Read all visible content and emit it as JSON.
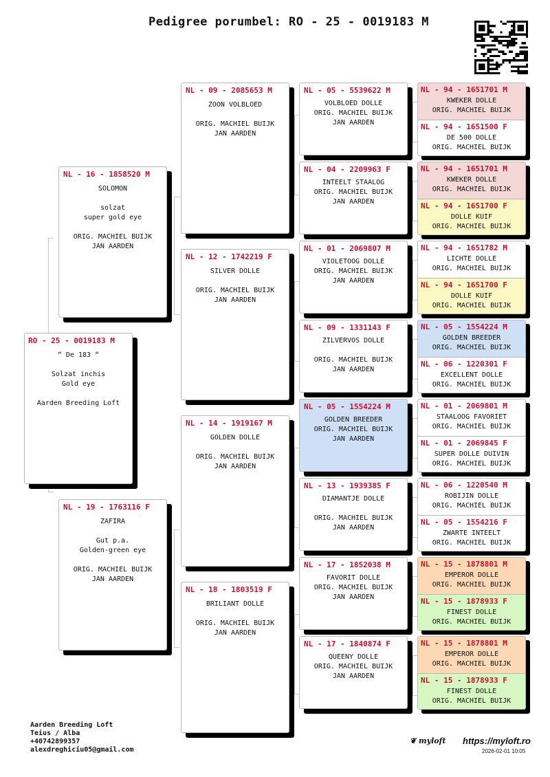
{
  "title": "Pedigree porumbel: RO - 25 - 0019183 M",
  "subject": {
    "id": "RO - 25 - 0019183 M",
    "lines": [
      "“ De 183 “",
      "",
      "Solzat inchis",
      "Gold eye",
      "",
      "Aarden Breeding Loft"
    ]
  },
  "gen1": [
    {
      "id": "NL - 16 - 1858520 M",
      "lines": [
        "SOLOMON",
        "",
        "solzat",
        "super gold eye",
        "",
        "ORIG. MACHIEL BUIJK",
        "JAN AARDEN"
      ]
    },
    {
      "id": "NL - 19 - 1763116 F",
      "lines": [
        "ZAFIRA",
        "",
        "Gut p.a.",
        "Golden-green eye",
        "",
        "ORIG. MACHIEL BUIJK",
        "JAN AARDEN"
      ]
    }
  ],
  "gen2": [
    {
      "id": "NL - 09 - 2085653 M",
      "lines": [
        "ZOON VOLBLOED",
        "",
        "ORIG. MACHIEL BUIJK",
        "JAN AARDEN"
      ]
    },
    {
      "id": "NL - 12 - 1742219 F",
      "lines": [
        "SILVER DOLLE",
        "",
        "ORIG. MACHIEL BUIJK",
        "JAN AARDEN"
      ]
    },
    {
      "id": "NL - 14 - 1919167 M",
      "lines": [
        "GOLDEN DOLLE",
        "",
        "ORIG. MACHIEL BUIJK",
        "JAN AARDEN"
      ]
    },
    {
      "id": "NL - 18 - 1803519 F",
      "lines": [
        "BRILIANT DOLLE",
        "",
        "ORIG. MACHIEL BUIJK",
        "JAN AARDEN"
      ]
    }
  ],
  "gen3": [
    {
      "id": "NL - 05 - 5539622 M",
      "lines": [
        "VOLBLOED DOLLE",
        "ORIG. MACHIEL BUIJK",
        "JAN AARDEN"
      ],
      "bg": "#ffffff"
    },
    {
      "id": "NL - 04 - 2209963 F",
      "lines": [
        "INTEELT STAALOG",
        "ORIG. MACHIEL BUIJK",
        "JAN AARDEN"
      ],
      "bg": "#ffffff"
    },
    {
      "id": "NL - 01 - 2069807 M",
      "lines": [
        "VIOLETOOG DOLLE",
        "ORIG. MACHIEL BUIJK",
        "JAN AARDEN"
      ],
      "bg": "#ffffff"
    },
    {
      "id": "NL - 09 - 1331143 F",
      "lines": [
        "ZILVERVOS DOLLE",
        "",
        "ORIG. MACHIEL BUIJK",
        "JAN AARDEN"
      ],
      "bg": "#ffffff"
    },
    {
      "id": "NL - 05 - 1554224 M",
      "lines": [
        "GOLDEN BREEDER",
        "ORIG. MACHIEL BUIJK",
        "JAN AARDEN"
      ],
      "bg": "#cfdff5"
    },
    {
      "id": "NL - 13 - 1939385 F",
      "lines": [
        "DIAMANTJE DOLLE",
        "",
        "ORIG. MACHIEL BUIJK",
        "JAN AARDEN"
      ],
      "bg": "#ffffff"
    },
    {
      "id": "NL - 17 - 1852038 M",
      "lines": [
        "FAVORIT DOLLE",
        "ORIG. MACHIEL BUIJK",
        "JAN AARDEN"
      ],
      "bg": "#ffffff"
    },
    {
      "id": "NL - 17 - 1840874 F",
      "lines": [
        "QUEENY DOLLE",
        "ORIG. MACHIEL BUIJK",
        "JAN AARDEN"
      ],
      "bg": "#ffffff"
    }
  ],
  "gen4": [
    {
      "id": "NL - 94 - 1651701 M",
      "lines": [
        "KWEKER DOLLE",
        "ORIG. MACHIEL BUIJK"
      ],
      "color": "pink"
    },
    {
      "id": "NL - 94 - 1651500 F",
      "lines": [
        "DE 500 DOLLE",
        "ORIG. MACHIEL BUIJK"
      ],
      "color": "white"
    },
    {
      "id": "NL - 94 - 1651701 M",
      "lines": [
        "KWEKER DOLLE",
        "ORIG. MACHIEL BUIJK"
      ],
      "color": "pink"
    },
    {
      "id": "NL - 94 - 1651700 F",
      "lines": [
        "DOLLE KUIF",
        "ORIG. MACHIEL BUIJK"
      ],
      "color": "yellow"
    },
    {
      "id": "NL - 94 - 1651782 M",
      "lines": [
        "LICHTE DOLLE",
        "ORIG. MACHIEL BUIJK"
      ],
      "color": "white"
    },
    {
      "id": "NL - 94 - 1651700 F",
      "lines": [
        "DOLLE KUIF",
        "ORIG. MACHIEL BUIJK"
      ],
      "color": "yellow"
    },
    {
      "id": "NL - 05 - 1554224 M",
      "lines": [
        "GOLDEN BREEDER",
        "ORIG. MACHIEL BUIJK"
      ],
      "color": "blue"
    },
    {
      "id": "NL - 06 - 1220301 F",
      "lines": [
        "EXCELLENT DOLLE",
        "ORIG. MACHIEL BUIJK"
      ],
      "color": "white"
    },
    {
      "id": "NL - 01 - 2069801 M",
      "lines": [
        "STAALOOG FAVORIET",
        "ORIG. MACHIEL BUIJK"
      ],
      "color": "white"
    },
    {
      "id": "NL - 01 - 2069845 F",
      "lines": [
        "SUPER DOLLE DUIVIN",
        "ORIG. MACHIEL BUIJK"
      ],
      "color": "white"
    },
    {
      "id": "NL - 06 - 1220540 M",
      "lines": [
        "ROBIJIN DOLLE",
        "ORIG. MACHIEL BUIJK"
      ],
      "color": "white"
    },
    {
      "id": "NL - 05 - 1554216 F",
      "lines": [
        "ZWARTE INTEELT",
        "ORIG. MACHIEL BUIJK"
      ],
      "color": "white"
    },
    {
      "id": "NL - 15 - 1878801 M",
      "lines": [
        "EMPEROR DOLLE",
        "ORIG. MACHIEL BUIJK"
      ],
      "color": "orange"
    },
    {
      "id": "NL - 15 - 1878933 F",
      "lines": [
        "FINEST DOLLE",
        "ORIG. MACHIEL BUIJK"
      ],
      "color": "green"
    },
    {
      "id": "NL - 15 - 1878801 M",
      "lines": [
        "EMPEROR DOLLE",
        "ORIG. MACHIEL BUIJK"
      ],
      "color": "orange"
    },
    {
      "id": "NL - 15 - 1878933 F",
      "lines": [
        "FINEST DOLLE",
        "ORIG. MACHIEL BUIJK"
      ],
      "color": "green"
    }
  ],
  "footer": {
    "lines": [
      "Aarden Breeding Loft",
      "Teius / Alba",
      "+40742899357",
      "alexdreghiciu05@gmail.com"
    ]
  },
  "brand": {
    "logo": "myloft",
    "url": "https://myloft.ro",
    "date": "2026-02-01 10:05"
  },
  "icons": {
    "qr": "qr-code-icon",
    "logo": "myloft-logo-icon"
  }
}
